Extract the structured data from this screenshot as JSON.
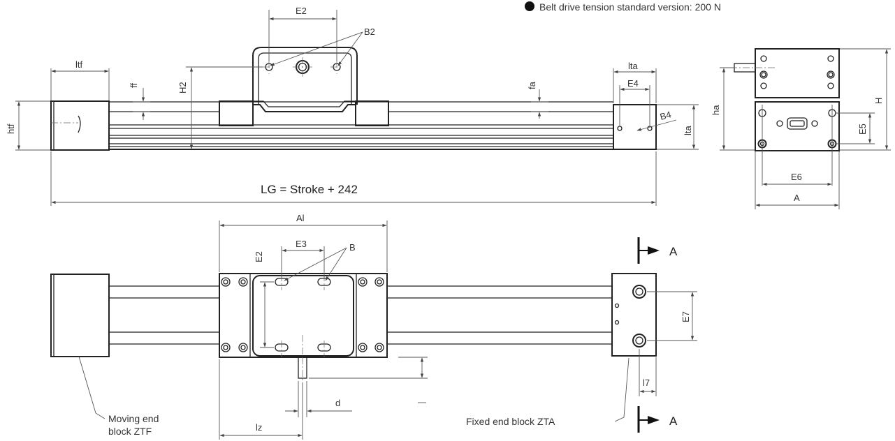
{
  "note": "Belt drive tension standard version: 200 N",
  "dims": {
    "ltf": "ltf",
    "htf": "htf",
    "ff": "ff",
    "H2": "H2",
    "E2_top": "E2",
    "B2": "B2",
    "fa": "fa",
    "lta_top": "lta",
    "E4": "E4",
    "B4": "B4",
    "lta_side": "lta",
    "LG": "LG = Stroke + 242",
    "ha": "ha",
    "H": "H",
    "E5": "E5",
    "E6": "E6",
    "A_dim": "A",
    "Al": "Al",
    "E3": "E3",
    "B": "B",
    "E2_plan": "E2",
    "E7": "E7",
    "l7": "l7",
    "d": "d",
    "lz": "lz",
    "section_top": "A",
    "section_bottom": "A"
  },
  "callouts": {
    "moving_line1": "Moving end",
    "moving_line2": "block ZTF",
    "fixed": "Fixed end block ZTA"
  }
}
